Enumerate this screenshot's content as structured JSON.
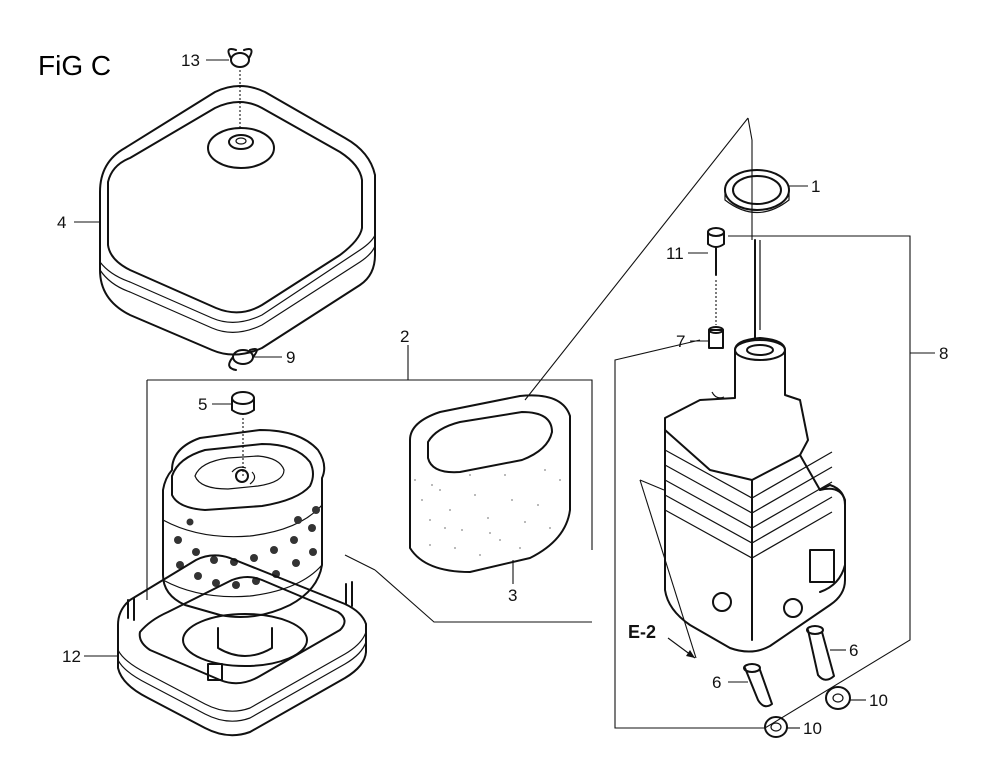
{
  "figure": {
    "title": "FiG C"
  },
  "callouts": {
    "p1": "1",
    "p2": "2",
    "p3": "3",
    "p4": "4",
    "p5": "5",
    "p6a": "6",
    "p6b": "6",
    "p7": "7",
    "p8": "8",
    "p9": "9",
    "p10a": "10",
    "p10b": "10",
    "p11": "11",
    "p12": "12",
    "p13": "13"
  },
  "reference": {
    "e2": "E-2"
  }
}
